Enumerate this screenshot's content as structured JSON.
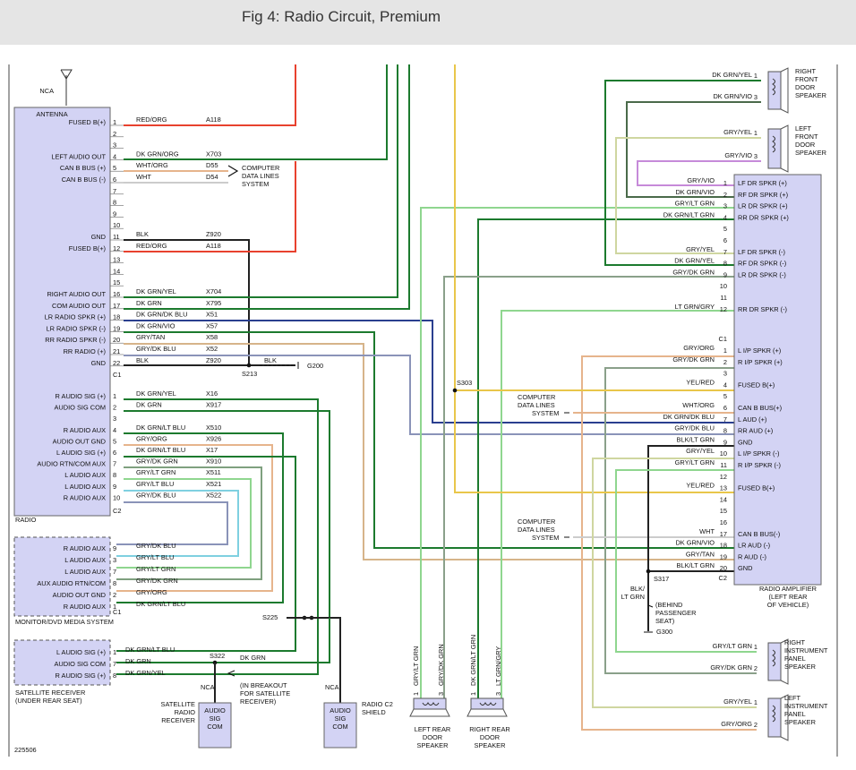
{
  "header": {
    "title": "Fig 4: Radio Circuit, Premium"
  },
  "figure_id": "225506",
  "antenna": {
    "label": "NCA"
  },
  "radio": {
    "title": "ANTENNA",
    "name": "RADIO",
    "connector_c1": "C1",
    "connector_c2": "C2",
    "pins_c1": [
      {
        "pin": "1",
        "func": "FUSED B(+)",
        "color": "RED/ORG",
        "circuit": "A118"
      },
      {
        "pin": "2",
        "func": "",
        "color": "",
        "circuit": ""
      },
      {
        "pin": "3",
        "func": "",
        "color": "",
        "circuit": ""
      },
      {
        "pin": "4",
        "func": "LEFT AUDIO OUT",
        "color": "DK GRN/ORG",
        "circuit": "X703"
      },
      {
        "pin": "5",
        "func": "CAN B BUS (+)",
        "color": "WHT/ORG",
        "circuit": "D55"
      },
      {
        "pin": "6",
        "func": "CAN B BUS (-)",
        "color": "WHT",
        "circuit": "D54"
      },
      {
        "pin": "7",
        "func": "",
        "color": "",
        "circuit": ""
      },
      {
        "pin": "8",
        "func": "",
        "color": "",
        "circuit": ""
      },
      {
        "pin": "9",
        "func": "",
        "color": "",
        "circuit": ""
      },
      {
        "pin": "10",
        "func": "",
        "color": "",
        "circuit": ""
      },
      {
        "pin": "11",
        "func": "GND",
        "color": "BLK",
        "circuit": "Z920"
      },
      {
        "pin": "12",
        "func": "FUSED B(+)",
        "color": "RED/ORG",
        "circuit": "A118"
      },
      {
        "pin": "13",
        "func": "",
        "color": "",
        "circuit": ""
      },
      {
        "pin": "14",
        "func": "",
        "color": "",
        "circuit": ""
      },
      {
        "pin": "15",
        "func": "",
        "color": "",
        "circuit": ""
      },
      {
        "pin": "16",
        "func": "RIGHT AUDIO OUT",
        "color": "DK GRN/YEL",
        "circuit": "X704"
      },
      {
        "pin": "17",
        "func": "COM AUDIO OUT",
        "color": "DK GRN",
        "circuit": "X795"
      },
      {
        "pin": "18",
        "func": "LR RADIO SPKR (+)",
        "color": "DK GRN/DK BLU",
        "circuit": "X51"
      },
      {
        "pin": "19",
        "func": "LR RADIO SPKR (-)",
        "color": "DK GRN/VIO",
        "circuit": "X57"
      },
      {
        "pin": "20",
        "func": "RR RADIO SPKR (-)",
        "color": "GRY/TAN",
        "circuit": "X58"
      },
      {
        "pin": "21",
        "func": "RR RADIO (+)",
        "color": "GRY/DK BLU",
        "circuit": "X52"
      },
      {
        "pin": "22",
        "func": "GND",
        "color": "BLK",
        "circuit": "Z920"
      }
    ],
    "pins_c2": [
      {
        "pin": "1",
        "func": "R AUDIO SIG (+)",
        "color": "DK GRN/YEL",
        "circuit": "X16"
      },
      {
        "pin": "2",
        "func": "AUDIO SIG COM",
        "color": "DK GRN",
        "circuit": "X917"
      },
      {
        "pin": "3",
        "func": "",
        "color": "",
        "circuit": ""
      },
      {
        "pin": "4",
        "func": "R AUDIO AUX",
        "color": "DK GRN/LT BLU",
        "circuit": "X510"
      },
      {
        "pin": "5",
        "func": "AUDIO OUT GND",
        "color": "GRY/ORG",
        "circuit": "X926"
      },
      {
        "pin": "6",
        "func": "L AUDIO SIG (+)",
        "color": "DK GRN/LT BLU",
        "circuit": "X17"
      },
      {
        "pin": "7",
        "func": "AUDIO RTN/COM AUX",
        "color": "GRY/DK GRN",
        "circuit": "X910"
      },
      {
        "pin": "8",
        "func": "L AUDIO AUX",
        "color": "GRY/LT GRN",
        "circuit": "X511"
      },
      {
        "pin": "9",
        "func": "L AUDIO AUX",
        "color": "GRY/LT BLU",
        "circuit": "X521"
      },
      {
        "pin": "10",
        "func": "R AUDIO AUX",
        "color": "GRY/DK BLU",
        "circuit": "X522"
      }
    ]
  },
  "computer_data_lines": "COMPUTER DATA LINES SYSTEM",
  "splices": {
    "s213": "S213",
    "s303": "S303",
    "s225": "S225",
    "s317": "S317",
    "s322": "S322"
  },
  "grounds": {
    "g200": "G200",
    "g200_wire": "BLK",
    "g300": "G300",
    "g300_wire": "BLK/ LT GRN",
    "g300_note": "(BEHIND PASSENGER SEAT)"
  },
  "monitor": {
    "name": "MONITOR/DVD MEDIA SYSTEM",
    "connector": "C1",
    "pins": [
      {
        "func": "R AUDIO AUX",
        "pin": "9",
        "color": "GRY/DK BLU"
      },
      {
        "func": "L AUDIO AUX",
        "pin": "3",
        "color": "GRY/LT BLU"
      },
      {
        "func": "L AUDIO AUX",
        "pin": "7",
        "color": "GRY/LT GRN"
      },
      {
        "func": "AUX AUDIO RTN/COM",
        "pin": "8",
        "color": "GRY/DK GRN"
      },
      {
        "func": "AUDIO OUT GND",
        "pin": "2",
        "color": "GRY/ORG"
      },
      {
        "func": "R AUDIO AUX",
        "pin": "1",
        "color": "DK GRN/LT BLU"
      }
    ]
  },
  "satellite": {
    "name": "SATELLITE RECEIVER (UNDER REAR SEAT)",
    "pins": [
      {
        "func": "L AUDIO SIG (+)",
        "pin": "1",
        "color": "DK GRN/LT BLU"
      },
      {
        "func": "AUDIO SIG COM",
        "pin": "7",
        "color": "DK GRN"
      },
      {
        "func": "R AUDIO SIG (+)",
        "pin": "8",
        "color": "DK GRN/YEL"
      }
    ],
    "s322_right_wire": "DK GRN",
    "breakout_note": "(IN BREAKOUT FOR SATELLITE RECEIVER)",
    "shield_nca": "NCA",
    "shield_box": "AUDIO SIG COM",
    "shield_caption": "SATELLITE RADIO RECEIVER"
  },
  "radio_c2_shield": {
    "nca": "NCA",
    "box": "AUDIO SIG COM",
    "caption": "RADIO C2 SHIELD"
  },
  "amplifier": {
    "name": "RADIO AMPLIFIER (LEFT REAR OF VEHICLE)",
    "connector_c1": "C1",
    "connector_c2": "C2",
    "pins_c1": [
      {
        "pin": "1",
        "color": "GRY/VIO",
        "func": "LF DR SPKR (+)"
      },
      {
        "pin": "2",
        "color": "DK GRN/VIO",
        "func": "RF DR SPKR (+)"
      },
      {
        "pin": "3",
        "color": "GRY/LT GRN",
        "func": "LR DR SPKR (+)"
      },
      {
        "pin": "4",
        "color": "DK GRN/LT GRN",
        "func": "RR DR SPKR (+)"
      },
      {
        "pin": "5",
        "color": "",
        "func": ""
      },
      {
        "pin": "6",
        "color": "",
        "func": ""
      },
      {
        "pin": "7",
        "color": "GRY/YEL",
        "func": "LF DR SPKR (-)"
      },
      {
        "pin": "8",
        "color": "DK GRN/YEL",
        "func": "RF DR SPKR (-)"
      },
      {
        "pin": "9",
        "color": "GRY/DK GRN",
        "func": "LR DR SPKR (-)"
      },
      {
        "pin": "10",
        "color": "",
        "func": ""
      },
      {
        "pin": "11",
        "color": "",
        "func": ""
      },
      {
        "pin": "12",
        "color": "LT GRN/GRY",
        "func": "RR DR SPKR (-)"
      }
    ],
    "pins_c2": [
      {
        "pin": "1",
        "color": "GRY/ORG",
        "func": "L I/P SPKR (+)"
      },
      {
        "pin": "2",
        "color": "GRY/DK GRN",
        "func": "R I/P SPKR (+)"
      },
      {
        "pin": "3",
        "color": "",
        "func": ""
      },
      {
        "pin": "4",
        "color": "YEL/RED",
        "func": "FUSED B(+)"
      },
      {
        "pin": "5",
        "color": "",
        "func": ""
      },
      {
        "pin": "6",
        "color": "WHT/ORG",
        "func": "CAN B BUS(+)"
      },
      {
        "pin": "7",
        "color": "DK GRN/DK BLU",
        "func": "L AUD (+)"
      },
      {
        "pin": "8",
        "color": "GRY/DK BLU",
        "func": "RR AUD (+)"
      },
      {
        "pin": "9",
        "color": "BLK/LT GRN",
        "func": "GND"
      },
      {
        "pin": "10",
        "color": "GRY/YEL",
        "func": "L I/P SPKR (-)"
      },
      {
        "pin": "11",
        "color": "GRY/LT GRN",
        "func": "R I/P SPKR (-)"
      },
      {
        "pin": "12",
        "color": "",
        "func": ""
      },
      {
        "pin": "13",
        "color": "YEL/RED",
        "func": "FUSED B(+)"
      },
      {
        "pin": "14",
        "color": "",
        "func": ""
      },
      {
        "pin": "15",
        "color": "",
        "func": ""
      },
      {
        "pin": "16",
        "color": "",
        "func": ""
      },
      {
        "pin": "17",
        "color": "WHT",
        "func": "CAN B BUS(-)"
      },
      {
        "pin": "18",
        "color": "DK GRN/VIO",
        "func": "LR AUD (-)"
      },
      {
        "pin": "19",
        "color": "GRY/TAN",
        "func": "R AUD (-)"
      },
      {
        "pin": "20",
        "color": "BLK/LT GRN",
        "func": "GND"
      }
    ]
  },
  "speakers": {
    "rf": {
      "name": "RIGHT FRONT DOOR SPEAKER",
      "w1": "DK GRN/YEL",
      "p1": "1",
      "w3": "DK GRN/VIO",
      "p3": "3"
    },
    "lf": {
      "name": "LEFT FRONT DOOR SPEAKER",
      "w1": "GRY/YEL",
      "p1": "1",
      "w3": "GRY/VIO",
      "p3": "3"
    },
    "rip": {
      "name": "RIGHT INSTRUMENT PANEL SPEAKER",
      "w1": "GRY/LT GRN",
      "p1": "1",
      "w2": "GRY/DK GRN",
      "p2": "2"
    },
    "lip": {
      "name": "LEFT INSTRUMENT PANEL SPEAKER",
      "w1": "GRY/YEL",
      "p1": "1",
      "w2": "GRY/ORG",
      "p2": "2"
    },
    "lr": {
      "name": "LEFT REAR DOOR SPEAKER",
      "w1": "GRY/LT GRN",
      "p1": "1",
      "w3": "GRY/DK GRN",
      "p3": "3"
    },
    "rr": {
      "name": "RIGHT REAR DOOR SPEAKER",
      "w1": "DK GRN/LT GRN",
      "p1": "1",
      "w3": "LT GRN/GRY",
      "p3": "3"
    }
  },
  "wire_colors": {
    "red": "#e8412e",
    "dkgrn": "#1c7a2e",
    "ltgrn": "#8fd68f",
    "gry": "#9a9a9a",
    "blk": "#222222",
    "yel": "#e9c64a",
    "vio": "#c68ad9",
    "ltblu": "#7fd0e0",
    "dkblu": "#2a3f8f",
    "tan": "#d6b48a",
    "orgtan": "#e6b48c"
  }
}
